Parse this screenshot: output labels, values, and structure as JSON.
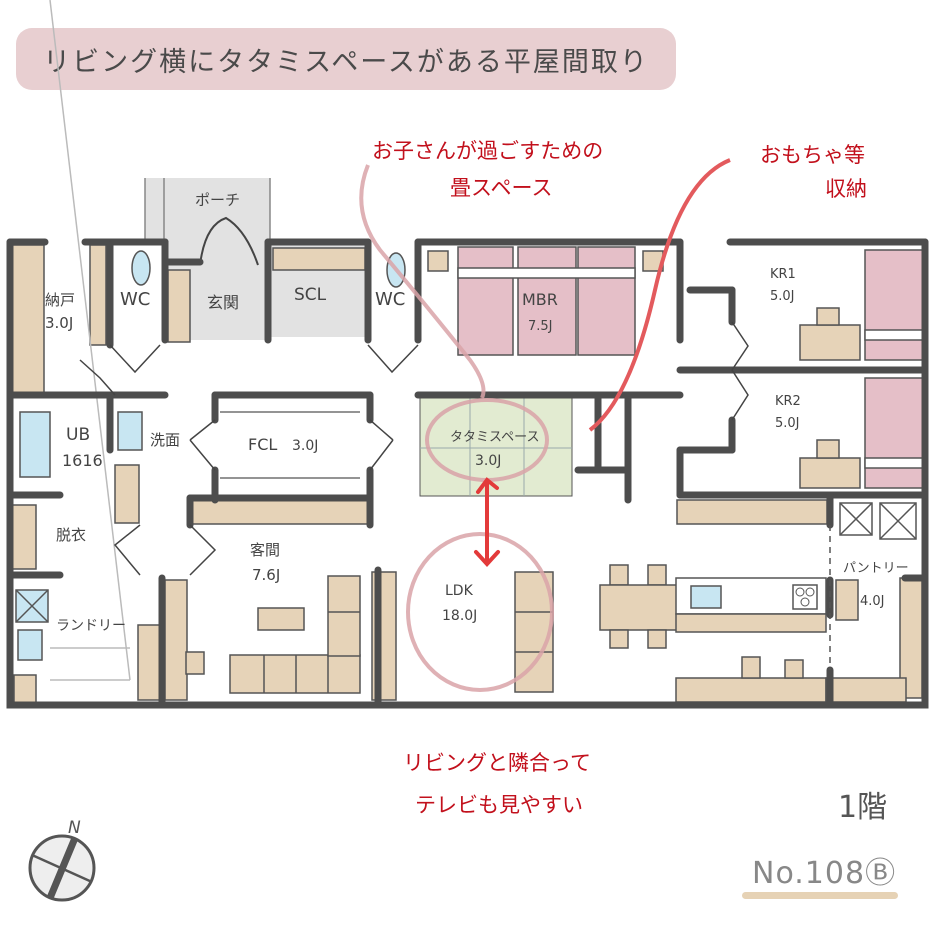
{
  "title": "リビング横にタタミスペースがある平屋間取り",
  "annotations": {
    "kids_space_line1": "お子さんが過ごすための",
    "kids_space_line2": "畳スペース",
    "toys_line1": "おもちゃ等",
    "toys_line2": "収納",
    "tv_line1": "リビングと隣合って",
    "tv_line2": "テレビも見やすい"
  },
  "rooms": {
    "porch": {
      "name": "ポーチ"
    },
    "storage": {
      "name": "納戸",
      "size": "3.0J"
    },
    "wc1": {
      "name": "WC"
    },
    "entrance": {
      "name": "玄関"
    },
    "scl": {
      "name": "SCL"
    },
    "wc2": {
      "name": "WC"
    },
    "mbr": {
      "name": "MBR",
      "size": "7.5J"
    },
    "kr1": {
      "name": "KR1",
      "size": "5.0J"
    },
    "kr2": {
      "name": "KR2",
      "size": "5.0J"
    },
    "ub": {
      "name": "UB",
      "size": "1616"
    },
    "washroom": {
      "name": "洗面"
    },
    "fcl": {
      "name": "FCL",
      "size": "3.0J"
    },
    "tatami": {
      "name": "タタミスペース",
      "size": "3.0J"
    },
    "dressing": {
      "name": "脱衣"
    },
    "guest": {
      "name": "客間",
      "size": "7.6J"
    },
    "ldk": {
      "name": "LDK",
      "size": "18.0J"
    },
    "pantry": {
      "name": "パントリー",
      "size": "4.0J"
    },
    "laundry": {
      "name": "ランドリー"
    }
  },
  "floor_label": "1階",
  "plan_number": "No.108",
  "plan_variant": "Ⓑ",
  "compass": {
    "north_label": "N"
  },
  "colors": {
    "wall": "#4d4d4d",
    "furniture": "#e6d3b8",
    "bed": "#e5bfc8",
    "tatami": "#e2ebd1",
    "fixture_blue": "#c8e6f2",
    "porch": "#e2e2e2",
    "note_red": "#c2101c",
    "circle_pink": "#d9a3a8",
    "title_bg": "#e8cfd1"
  }
}
